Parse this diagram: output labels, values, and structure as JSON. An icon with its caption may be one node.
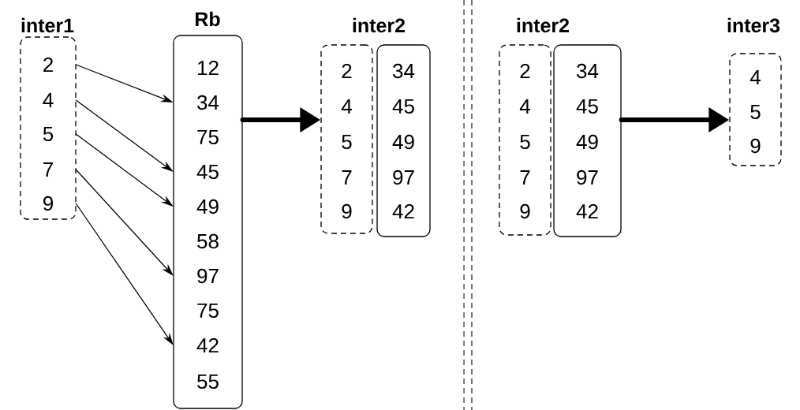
{
  "diagram": {
    "nodes": [
      {
        "text": [
          "inter1"
        ]
      },
      {
        "text": [
          "2"
        ],
        "in": 0
      },
      {
        "text": [
          "4"
        ],
        "in": 0
      },
      {
        "text": [
          "5"
        ],
        "in": 0
      },
      {
        "text": [
          "7"
        ],
        "in": 0
      },
      {
        "text": [
          "9"
        ],
        "in": 0
      },
      {
        "text": [
          "Rb"
        ]
      },
      {
        "text": [
          "12"
        ],
        "in": 6
      },
      {
        "text": [
          "34"
        ],
        "in": 6
      },
      {
        "text": [
          "75"
        ],
        "in": 6
      },
      {
        "text": [
          "45"
        ],
        "in": 6
      },
      {
        "text": [
          "49"
        ],
        "in": 6
      },
      {
        "text": [
          "58"
        ],
        "in": 6
      },
      {
        "text": [
          "97"
        ],
        "in": 6
      },
      {
        "text": [
          "75"
        ],
        "in": 6
      },
      {
        "text": [
          "42"
        ],
        "in": 6
      },
      {
        "text": [
          "55"
        ],
        "in": 6
      },
      {
        "text": [],
        "shape": "box"
      },
      {
        "text": [
          "2"
        ],
        "in": 17
      },
      {
        "text": [
          "4"
        ],
        "in": 17
      },
      {
        "text": [
          "5"
        ],
        "in": 17
      },
      {
        "text": [
          "7"
        ],
        "in": 17
      },
      {
        "text": [
          "9"
        ],
        "in": 17
      },
      {
        "text": [],
        "shape": "box"
      },
      {
        "text": [
          "34"
        ],
        "in": 23
      },
      {
        "text": [
          "45"
        ],
        "in": 23
      },
      {
        "text": [
          "49"
        ],
        "in": 23
      },
      {
        "text": [
          "97"
        ],
        "in": 23
      },
      {
        "text": [
          "42"
        ],
        "in": 23
      },
      {
        "text": [],
        "shape": "box"
      },
      {
        "text": [
          "2"
        ],
        "in": 29
      },
      {
        "text": [
          "4"
        ],
        "in": 29
      },
      {
        "text": [
          "5"
        ],
        "in": 29
      },
      {
        "text": [
          "7"
        ],
        "in": 29
      },
      {
        "text": [
          "9"
        ],
        "in": 29
      },
      {
        "text": [],
        "shape": "box"
      },
      {
        "text": [
          "34"
        ],
        "in": 35
      },
      {
        "text": [
          "45"
        ],
        "in": 35
      },
      {
        "text": [
          "49"
        ],
        "in": 35
      },
      {
        "text": [
          "97"
        ],
        "in": 35
      },
      {
        "text": [
          "42"
        ],
        "in": 35
      },
      {
        "text": [
          "inter3"
        ]
      },
      {
        "text": [
          "4"
        ],
        "in": 41
      },
      {
        "text": [
          "5"
        ],
        "in": 41
      },
      {
        "text": [
          "9"
        ],
        "in": 41
      }
    ],
    "edges": [
      {
        "from": 1,
        "to": 8,
        "arrow": "to"
      },
      {
        "from": 2,
        "to": 10,
        "arrow": "to"
      },
      {
        "from": 3,
        "to": 11,
        "arrow": "to"
      },
      {
        "from": 4,
        "to": 13,
        "arrow": "to"
      },
      {
        "from": 5,
        "to": 15,
        "arrow": "to"
      },
      {
        "from": 6,
        "to": 17,
        "arrow": "to",
        "style": "thick"
      },
      {
        "from": 35,
        "to": 41,
        "arrow": "to",
        "style": "thick"
      }
    ],
    "labels": [
      "inter2",
      "inter2"
    ]
  }
}
